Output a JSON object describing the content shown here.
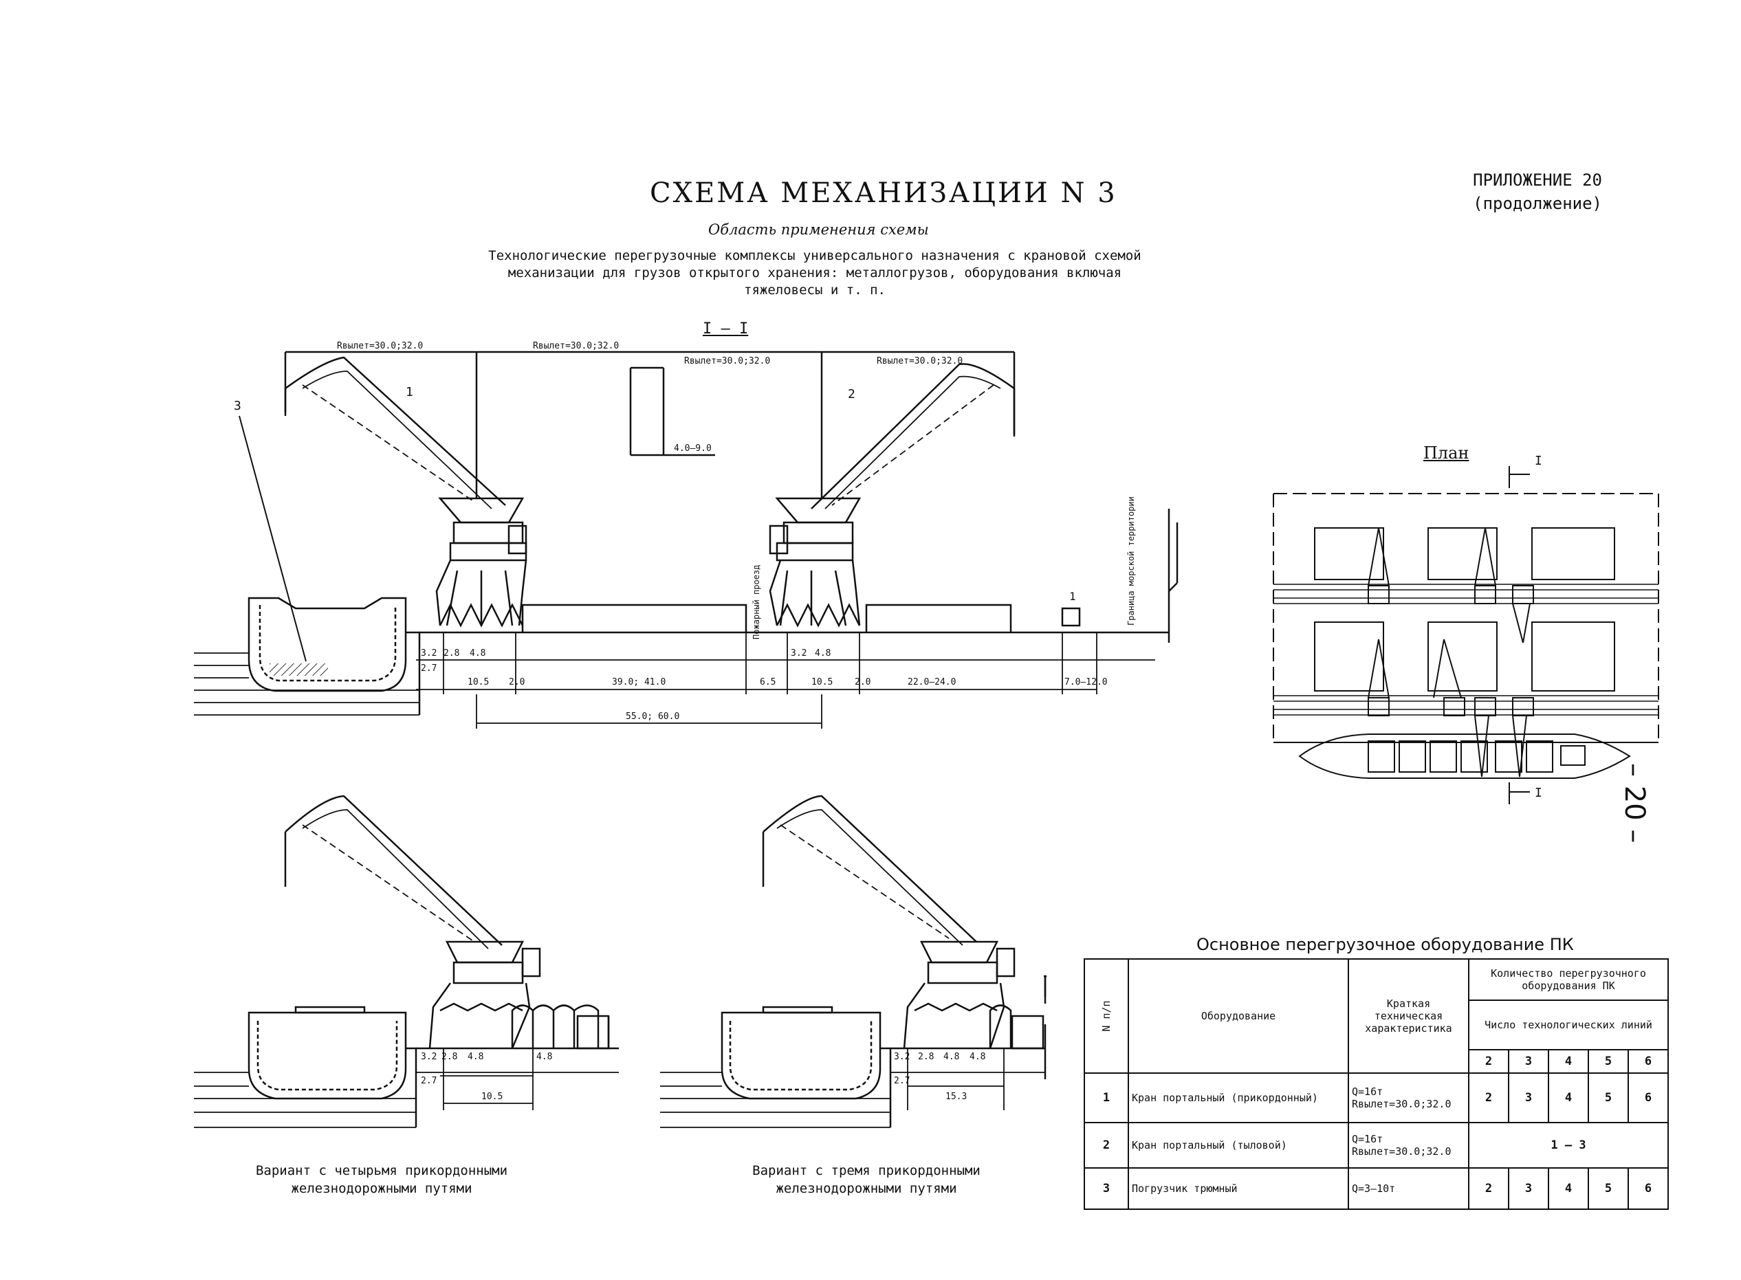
{
  "title": "СХЕМА МЕХАНИЗАЦИИ N 3",
  "appendix": {
    "line1": "ПРИЛОЖЕНИЕ 20",
    "line2": "(продолжение)"
  },
  "subtitle": "Область применения схемы",
  "description": "Технологические перегрузочные комплексы универсального назначения с крановой схемой механизации для грузов открытого хранения: металлогрузов, оборудования включая тяжеловесы и т. п.",
  "page_number": "– 20 –",
  "section_label": "I – I",
  "plan_label": "План",
  "plan_cut_marks": [
    "I",
    "I"
  ],
  "main_section": {
    "reach_labels": [
      "Rвылет=30.0;32.0",
      "Rвылет=30.0;32.0",
      "Rвылет=30.0;32.0",
      "Rвылет=30.0;32.0"
    ],
    "callouts": [
      "3",
      "1",
      "2",
      "1"
    ],
    "height_dim": "4.0–9.0",
    "dims_top": [
      "3.2",
      "2.8",
      "4.8",
      "3.2",
      "4.8"
    ],
    "dims_bottom": [
      "2.7",
      "10.5",
      "2.0",
      "39.0; 41.0",
      "6.5",
      "10.5",
      "2.0",
      "22.0–24.0",
      "7.0–12.0"
    ],
    "overall_dim": "55.0; 60.0",
    "vertical_labels": [
      "Пожарный проезд",
      "Граница морской территории"
    ]
  },
  "variant_left": {
    "caption_line1": "Вариант с четырьмя прикордонными",
    "caption_line2": "железнодорожными путями",
    "dims": [
      "3.2",
      "2.8",
      "4.8",
      "4.8",
      "2.7",
      "10.5"
    ]
  },
  "variant_right": {
    "caption_line1": "Вариант с тремя прикордонными",
    "caption_line2": "железнодорожными путями",
    "dims": [
      "3.2",
      "2.8",
      "4.8",
      "4.8",
      "2.7",
      "15.3"
    ]
  },
  "equipment": {
    "title": "Основное перегрузочное оборудование   ПК",
    "headers": {
      "num": "N п/п",
      "name": "Оборудование",
      "spec": "Краткая техническая характеристика",
      "qty": "Количество перегрузочного оборудования ПК",
      "lines": "Число технологических линий"
    },
    "line_counts": [
      "2",
      "3",
      "4",
      "5",
      "6"
    ],
    "rows": [
      {
        "num": "1",
        "name": "Кран портальный (прикордонный)",
        "spec": "Q=16т Rвылет=30.0;32.0",
        "values": [
          "2",
          "3",
          "4",
          "5",
          "6"
        ]
      },
      {
        "num": "2",
        "name": "Кран портальный (тыловой)",
        "spec": "Q=16т Rвылет=30.0;32.0",
        "merged": "1 – 3"
      },
      {
        "num": "3",
        "name": "Погрузчик трюмный",
        "spec": "Q=3–10т",
        "values": [
          "2",
          "3",
          "4",
          "5",
          "6"
        ]
      }
    ]
  }
}
